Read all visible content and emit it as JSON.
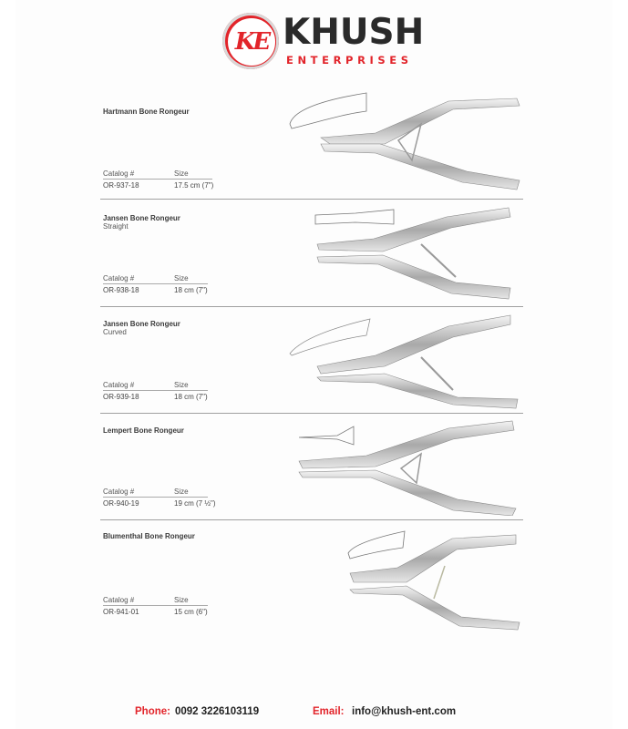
{
  "brand": {
    "monogram": "KE",
    "name": "KHUSH",
    "tagline": "ENTERPRISES",
    "colors": {
      "red": "#e2242a",
      "dark": "#2a2a2a"
    }
  },
  "catalog_label": "Catalog #",
  "size_label": "Size",
  "products": [
    {
      "name": "Hartmann Bone Rongeur",
      "subtitle": "",
      "catalog": "OR-937-18",
      "size": "17.5 cm (7\")"
    },
    {
      "name": "Jansen Bone Rongeur",
      "subtitle": "Straight",
      "catalog": "OR-938-18",
      "size": "18 cm (7\")"
    },
    {
      "name": "Jansen Bone Rongeur",
      "subtitle": "Curved",
      "catalog": "OR-939-18",
      "size": "18 cm (7\")"
    },
    {
      "name": "Lempert  Bone Rongeur",
      "subtitle": "",
      "catalog": "OR-940-19",
      "size": "19 cm (7 ½\")"
    },
    {
      "name": "Blumenthal Bone Rongeur",
      "subtitle": "",
      "catalog": "OR-941-01",
      "size": "15 cm (6\")"
    }
  ],
  "footer": {
    "phone_label": "Phone:",
    "phone": "0092 3226103119",
    "email_label": "Email:",
    "email": "info@khush-ent.com"
  }
}
